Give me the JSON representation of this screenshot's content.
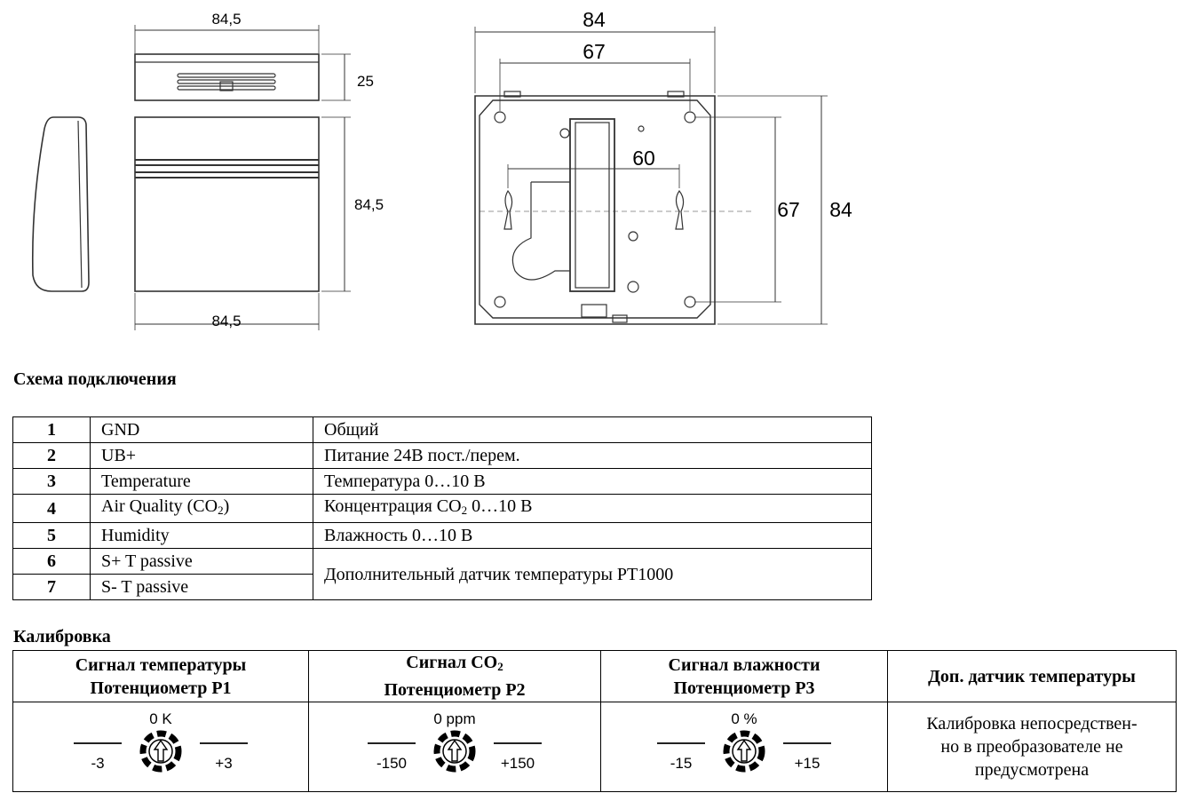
{
  "dimensions": {
    "front_width_top": "84,5",
    "cap_height": "25",
    "front_height": "84,5",
    "front_width_bottom": "84,5",
    "back_outer_width": "84",
    "back_inner_width": "67",
    "back_hole_spacing": "60",
    "back_inner_height": "67",
    "back_outer_height": "84"
  },
  "wiring": {
    "title": "Схема подключения",
    "rows": [
      {
        "num": "1",
        "signal": "GND",
        "desc": "Общий"
      },
      {
        "num": "2",
        "signal": "UB+",
        "desc": "Питание 24В пост./перем."
      },
      {
        "num": "3",
        "signal": "Temperature",
        "desc": "Температура 0…10 В"
      },
      {
        "num": "4",
        "signal_pre": "Air Quality (CO",
        "signal_sub": "2",
        "signal_post": ")",
        "desc_pre": "Концентрация CO",
        "desc_sub": "2",
        "desc_post": " 0…10 В"
      },
      {
        "num": "5",
        "signal": "Humidity",
        "desc": "Влажность 0…10 В"
      },
      {
        "num": "6",
        "signal": "S+ T passive"
      },
      {
        "num": "7",
        "signal": "S- T passive"
      }
    ],
    "merged_desc": "Дополнительный датчик температуры PT1000"
  },
  "calibration": {
    "title": "Калибровка",
    "headers": [
      {
        "line1": "Сигнал температуры",
        "line2": "Потенциометр P1"
      },
      {
        "line1_pre": "Сигнал CO",
        "line1_sub": "2",
        "line2": "Потенциометр P2"
      },
      {
        "line1": "Сигнал влажности",
        "line2": "Потенциометр P3"
      },
      {
        "line1": "Доп. датчик температуры"
      }
    ],
    "knobs": [
      {
        "zero": "0 K",
        "neg": "-3",
        "pos": "+3"
      },
      {
        "zero": "0 ppm",
        "neg": "-150",
        "pos": "+150"
      },
      {
        "zero": "0 %",
        "neg": "-15",
        "pos": "+15"
      }
    ],
    "note_lines": [
      "Калибровка непосредствен-",
      "но в преобразователе не",
      "предусмотрена"
    ]
  }
}
